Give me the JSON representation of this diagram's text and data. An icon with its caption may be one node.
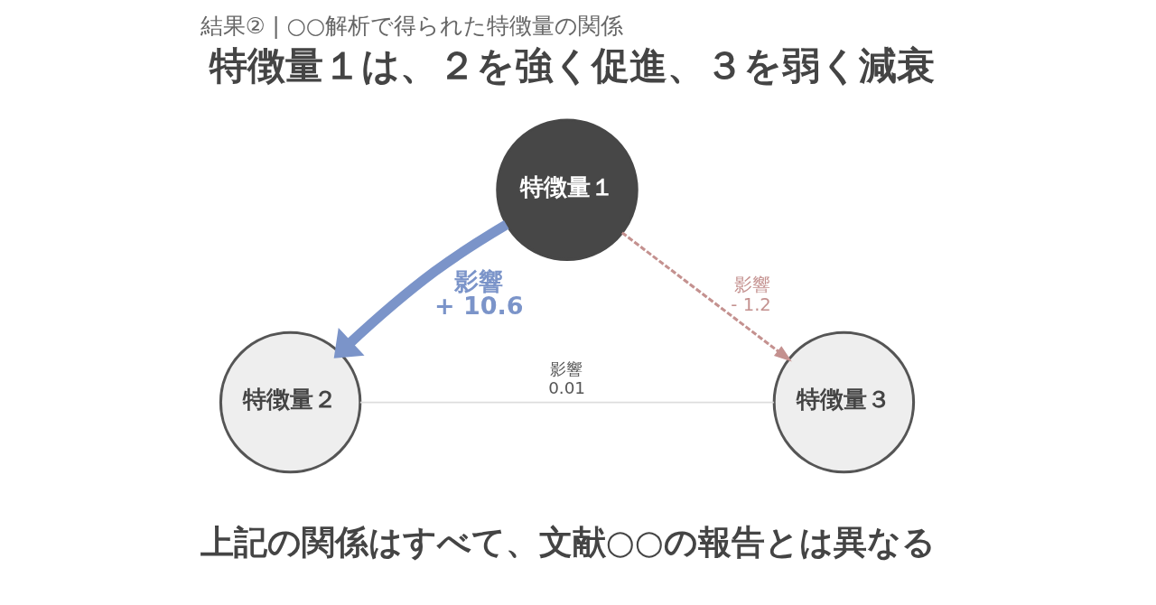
{
  "diagram": {
    "title": "結果② | ○○解析で得られた特徴量の関係",
    "nodes": [
      {
        "text": [
          "特徴量１"
        ]
      },
      {
        "text": [
          "特徴量２"
        ]
      },
      {
        "text": [
          "特徴量３"
        ]
      }
    ],
    "edges": [
      {
        "from": 0,
        "to": 1,
        "arrow": "to",
        "label": "影響 + 10.6",
        "style": "thick",
        "color": "#7b94c9"
      },
      {
        "from": 0,
        "to": 2,
        "arrow": "to",
        "label": "影響 - 1.2",
        "style": "dashed",
        "color": "#c4918f"
      },
      {
        "from": 1,
        "to": 2,
        "arrow": "none",
        "label": "影響 0.01",
        "color": "#dddddd"
      }
    ],
    "labels": [
      "特徴量１は、２を強く促進、３を弱く減衰",
      "上記の関係はすべて、文献○○の報告とは異なる"
    ]
  }
}
